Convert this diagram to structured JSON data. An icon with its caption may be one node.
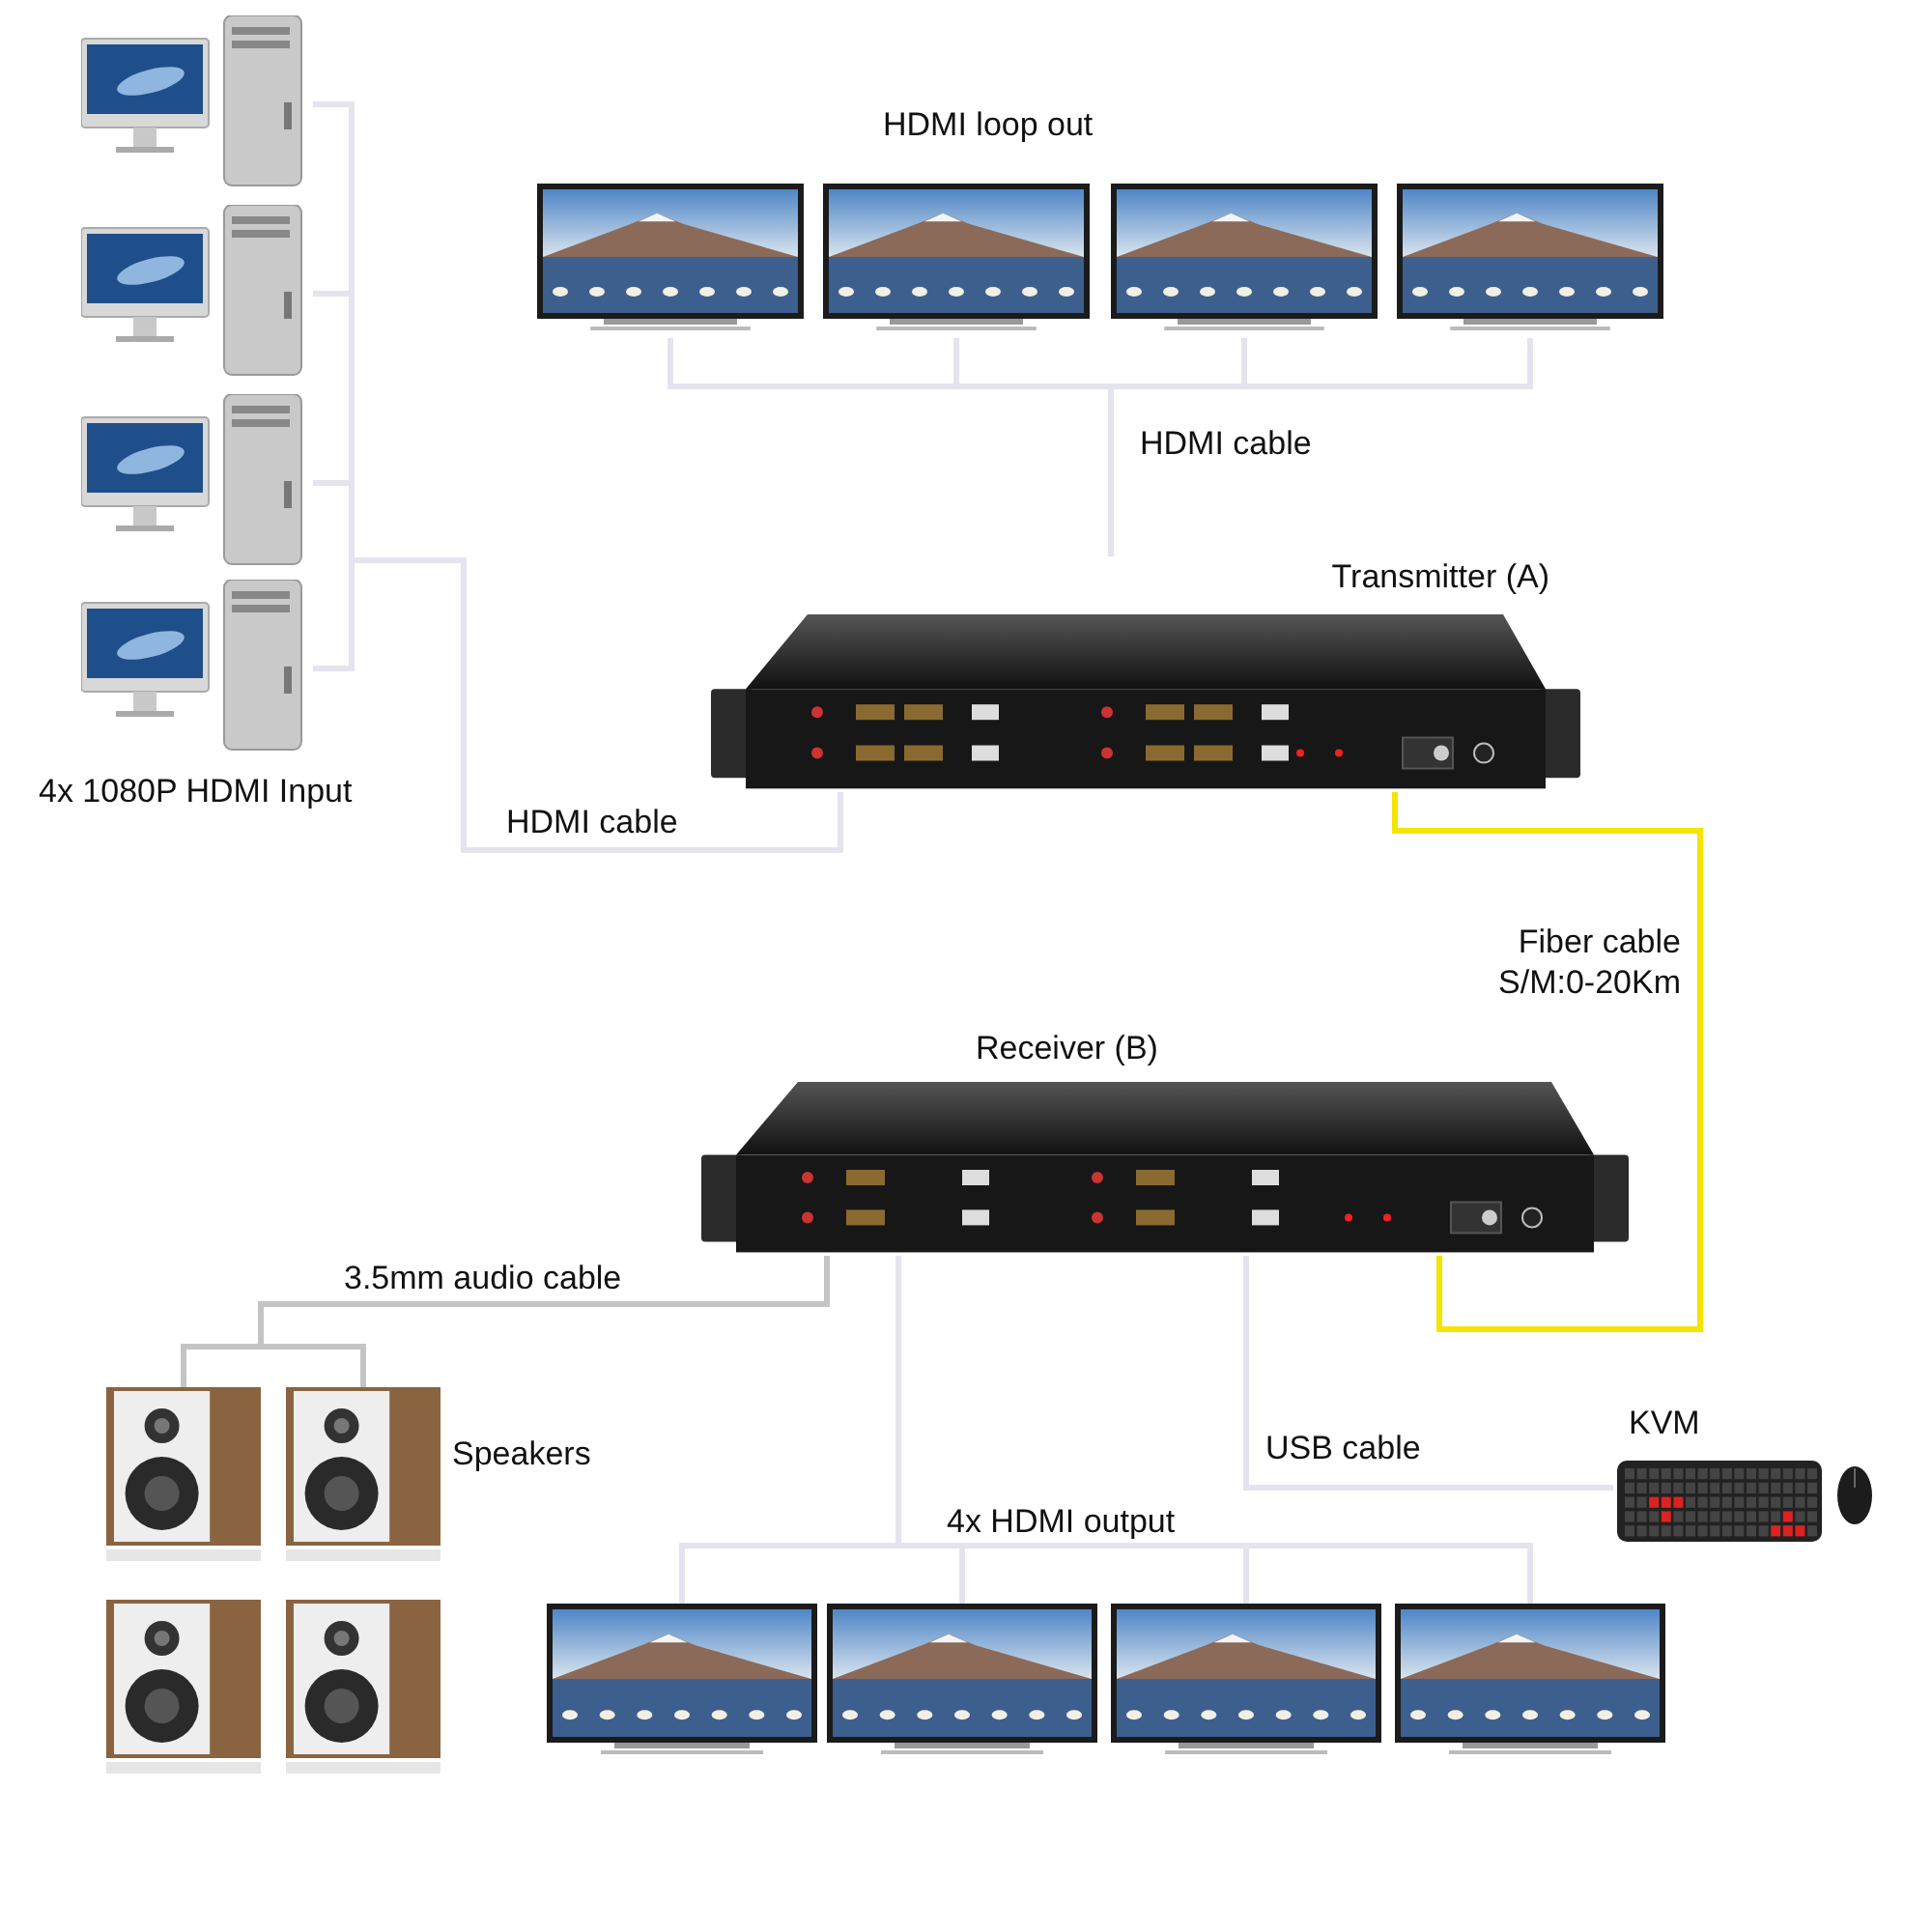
{
  "diagram": {
    "nodes": [
      {
        "text": [],
        "shape": "picture"
      },
      {
        "text": [],
        "shape": "picture"
      },
      {
        "text": [],
        "shape": "picture"
      },
      {
        "text": [],
        "shape": "picture"
      },
      {
        "text": [],
        "shape": "picture"
      },
      {
        "text": [],
        "shape": "picture"
      },
      {
        "text": [],
        "shape": "picture"
      },
      {
        "text": [],
        "shape": "picture"
      },
      {
        "text": [
          "Transmitter (A)"
        ]
      },
      {
        "text": [
          "Receiver (B)"
        ]
      },
      {
        "text": [
          "KVM"
        ]
      },
      {
        "text": [],
        "shape": "picture"
      },
      {
        "text": [],
        "shape": "picture"
      },
      {
        "text": [],
        "shape": "picture"
      },
      {
        "text": [],
        "shape": "picture"
      },
      {
        "text": [],
        "shape": "picture"
      },
      {
        "text": [],
        "shape": "picture"
      },
      {
        "text": [],
        "shape": "picture"
      },
      {
        "text": [],
        "shape": "picture"
      }
    ],
    "edges": [
      {
        "from": 0,
        "to": 8,
        "arrow": "none"
      },
      {
        "from": 1,
        "to": 8,
        "arrow": "none"
      },
      {
        "from": 2,
        "to": 8,
        "arrow": "none"
      },
      {
        "from": 3,
        "to": 8,
        "arrow": "none"
      },
      {
        "from": 8,
        "to": 4,
        "arrow": "none"
      },
      {
        "from": 8,
        "to": 5,
        "arrow": "none"
      },
      {
        "from": 8,
        "to": 6,
        "arrow": "none"
      },
      {
        "from": 8,
        "to": 7,
        "arrow": "none"
      },
      {
        "from": 8,
        "to": 9,
        "arrow": "none",
        "color": "#f5e400"
      },
      {
        "from": 9,
        "to": 11,
        "arrow": "none",
        "color": "#c4c4c4"
      },
      {
        "from": 9,
        "to": 12,
        "arrow": "none",
        "color": "#c4c4c4"
      },
      {
        "from": 9,
        "to": 15,
        "arrow": "none"
      },
      {
        "from": 9,
        "to": 16,
        "arrow": "none"
      },
      {
        "from": 9,
        "to": 17,
        "arrow": "none"
      },
      {
        "from": 9,
        "to": 18,
        "arrow": "none"
      },
      {
        "from": 9,
        "to": 10,
        "arrow": "none"
      }
    ],
    "labels": [
      "HDMI loop out",
      "HDMI cable",
      "4x 1080P HDMI Input",
      "HDMI cable",
      "Fiber cable S/M:0-20Km",
      "3.5mm audio cable",
      "Speakers",
      "USB cable",
      "4x HDMI output"
    ]
  }
}
